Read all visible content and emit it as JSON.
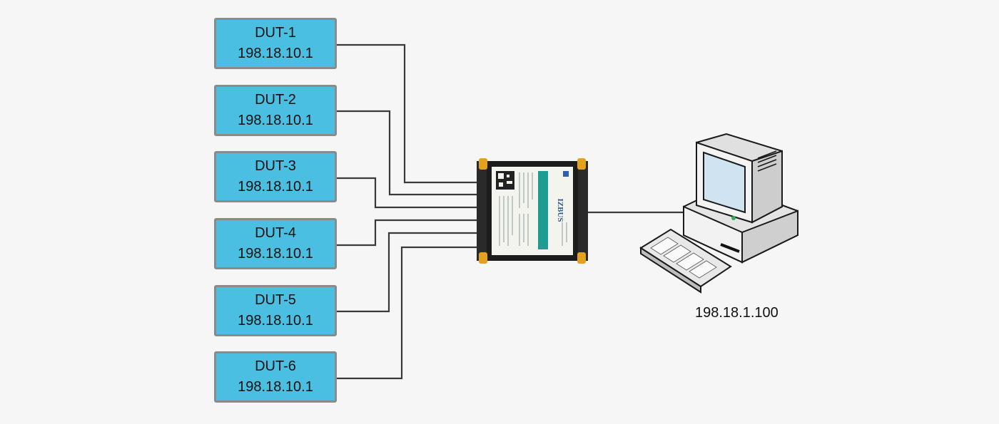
{
  "devices": [
    {
      "name": "DUT-1",
      "ip": "198.18.10.1"
    },
    {
      "name": "DUT-2",
      "ip": "198.18.10.1"
    },
    {
      "name": "DUT-3",
      "ip": "198.18.10.1"
    },
    {
      "name": "DUT-4",
      "ip": "198.18.10.1"
    },
    {
      "name": "DUT-5",
      "ip": "198.18.10.1"
    },
    {
      "name": "DUT-6",
      "ip": "198.18.10.1"
    }
  ],
  "gateway": {
    "brand": "IZBUS"
  },
  "pc": {
    "ip": "198.18.1.100"
  },
  "colors": {
    "dut_fill": "#4bbfe2",
    "dut_border": "#8a8a8a",
    "wire": "#3a3a3a",
    "device_screen": "#1d9c92"
  }
}
